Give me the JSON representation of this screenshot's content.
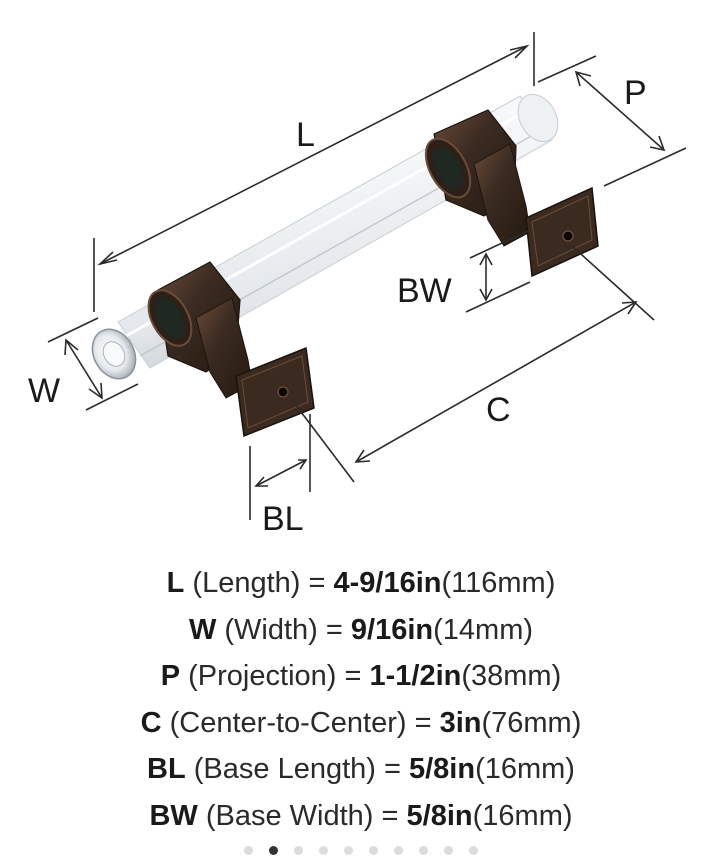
{
  "diagram": {
    "labels": {
      "length": "L",
      "width": "W",
      "projection": "P",
      "center": "C",
      "base_length": "BL",
      "base_width": "BW"
    }
  },
  "specs": [
    {
      "abbr": "L",
      "name": " (Length) = ",
      "imperial": "4-9/16in",
      "metric": "(116mm)"
    },
    {
      "abbr": "W",
      "name": " (Width) = ",
      "imperial": "9/16in",
      "metric": "(14mm)"
    },
    {
      "abbr": "P",
      "name": " (Projection) = ",
      "imperial": "1-1/2in",
      "metric": "(38mm)"
    },
    {
      "abbr": "C",
      "name": " (Center-to-Center) = ",
      "imperial": "3in",
      "metric": "(76mm)"
    },
    {
      "abbr": "BL",
      "name": " (Base Length) = ",
      "imperial": "5/8in",
      "metric": "(16mm)"
    },
    {
      "abbr": "BW",
      "name": " (Base Width) = ",
      "imperial": "5/8in",
      "metric": "(16mm)"
    }
  ],
  "carousel": {
    "count": 10,
    "active_index": 1
  },
  "colors": {
    "bronze": "#3b2b22",
    "bronze_highlight": "#7a5a44",
    "acrylic": "#f1f3f5",
    "dimension_line": "#2b2b2b"
  }
}
